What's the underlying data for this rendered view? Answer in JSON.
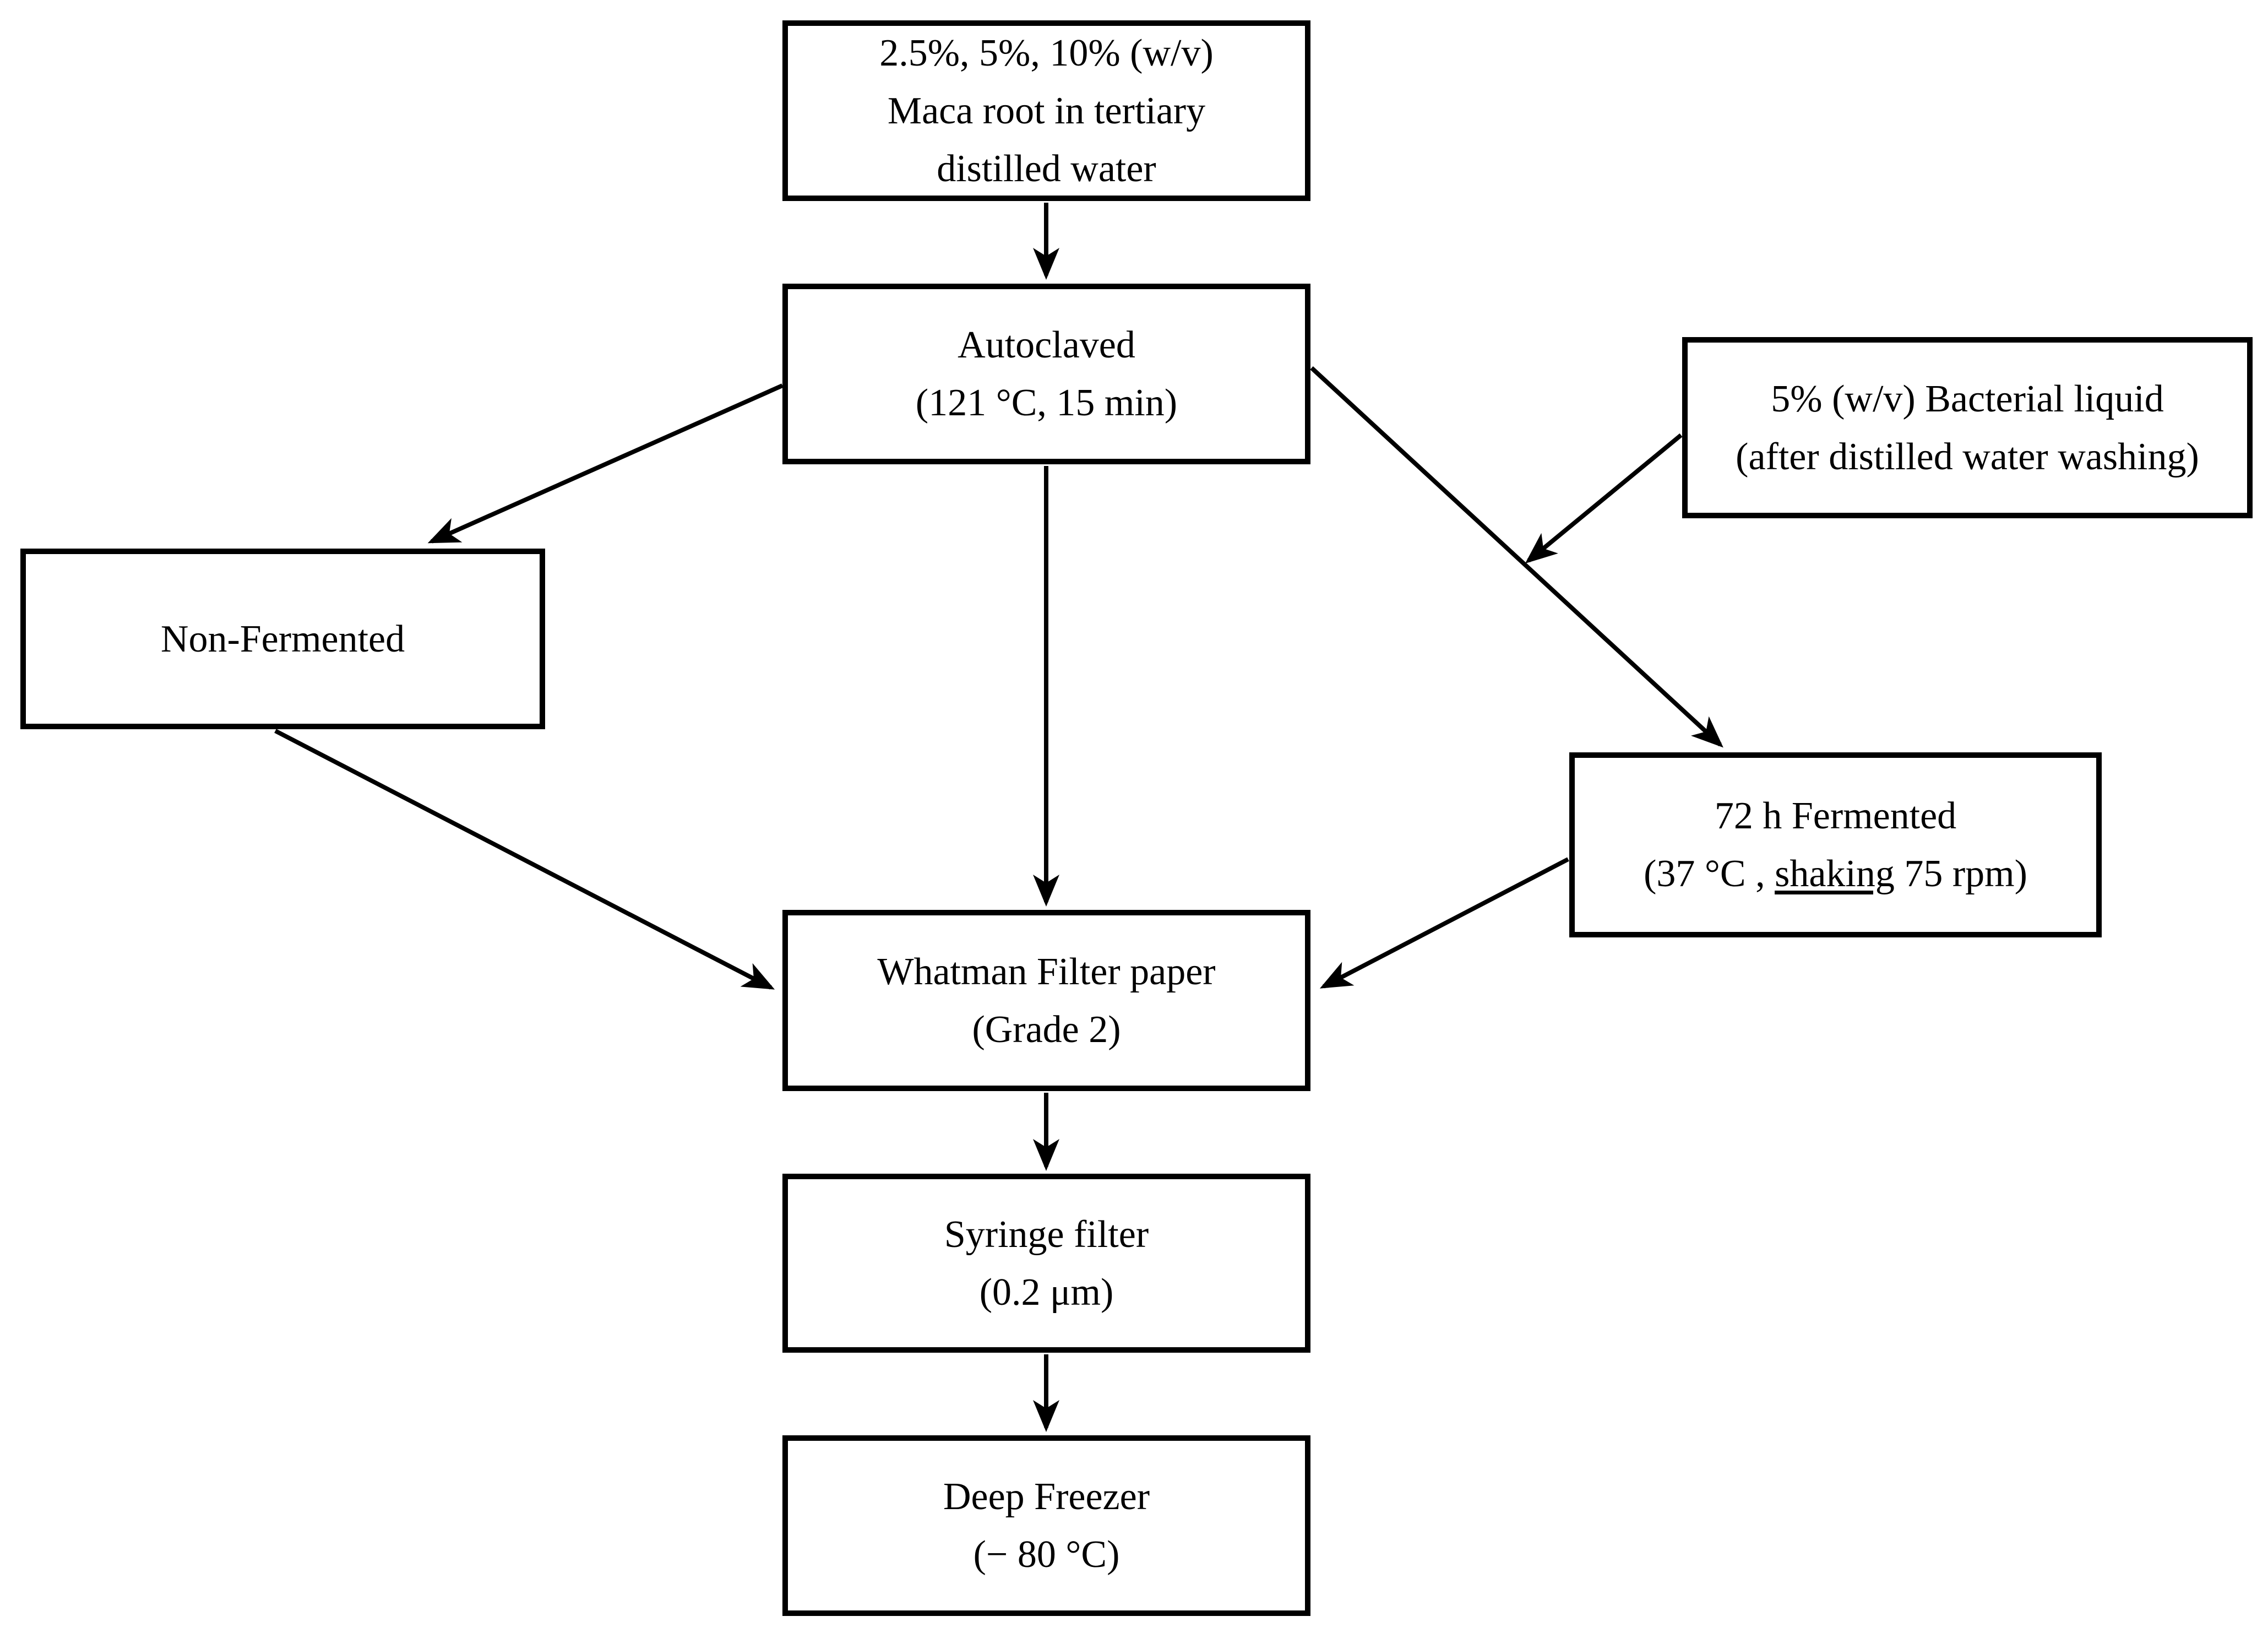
{
  "diagram": {
    "title": "Maca root fermentation sample preparation flowchart",
    "background_color": "#ffffff",
    "line_color": "#000000",
    "box_border_color": "#000000",
    "nodes": [
      {
        "id": "maca",
        "lines": [
          "2.5%, 5%, 10% (w/v)",
          "Maca root in tertiary",
          "distilled water"
        ]
      },
      {
        "id": "autoclaved",
        "lines": [
          "Autoclaved",
          "(121 °C, 15 min)"
        ]
      },
      {
        "id": "bacterial",
        "lines": [
          "5% (w/v) Bacterial liquid",
          "(after distilled water washing)"
        ]
      },
      {
        "id": "nonfermented",
        "lines": [
          "Non-Fermented"
        ]
      },
      {
        "id": "fermented",
        "lines": [
          "72 h Fermented",
          "(37 °C , shaking 75 rpm)"
        ],
        "line2_parts": {
          "pre": "(37 °C , ",
          "underlined": "shaking",
          "post": " 75 rpm)"
        }
      },
      {
        "id": "whatman",
        "lines": [
          "Whatman Filter paper",
          "(Grade 2)"
        ]
      },
      {
        "id": "syringe",
        "lines": [
          "Syringe filter",
          "(0.2 μm)"
        ]
      },
      {
        "id": "freezer",
        "lines": [
          "Deep Freezer",
          "(− 80 °C)"
        ]
      }
    ],
    "edges": [
      {
        "from": "maca",
        "to": "autoclaved"
      },
      {
        "from": "autoclaved",
        "to": "nonfermented"
      },
      {
        "from": "autoclaved",
        "to": "fermented"
      },
      {
        "from": "bacterial",
        "to": "autoclaved-fermented-path"
      },
      {
        "from": "autoclaved",
        "to": "whatman"
      },
      {
        "from": "nonfermented",
        "to": "whatman"
      },
      {
        "from": "fermented",
        "to": "whatman"
      },
      {
        "from": "whatman",
        "to": "syringe"
      },
      {
        "from": "syringe",
        "to": "freezer"
      }
    ]
  }
}
